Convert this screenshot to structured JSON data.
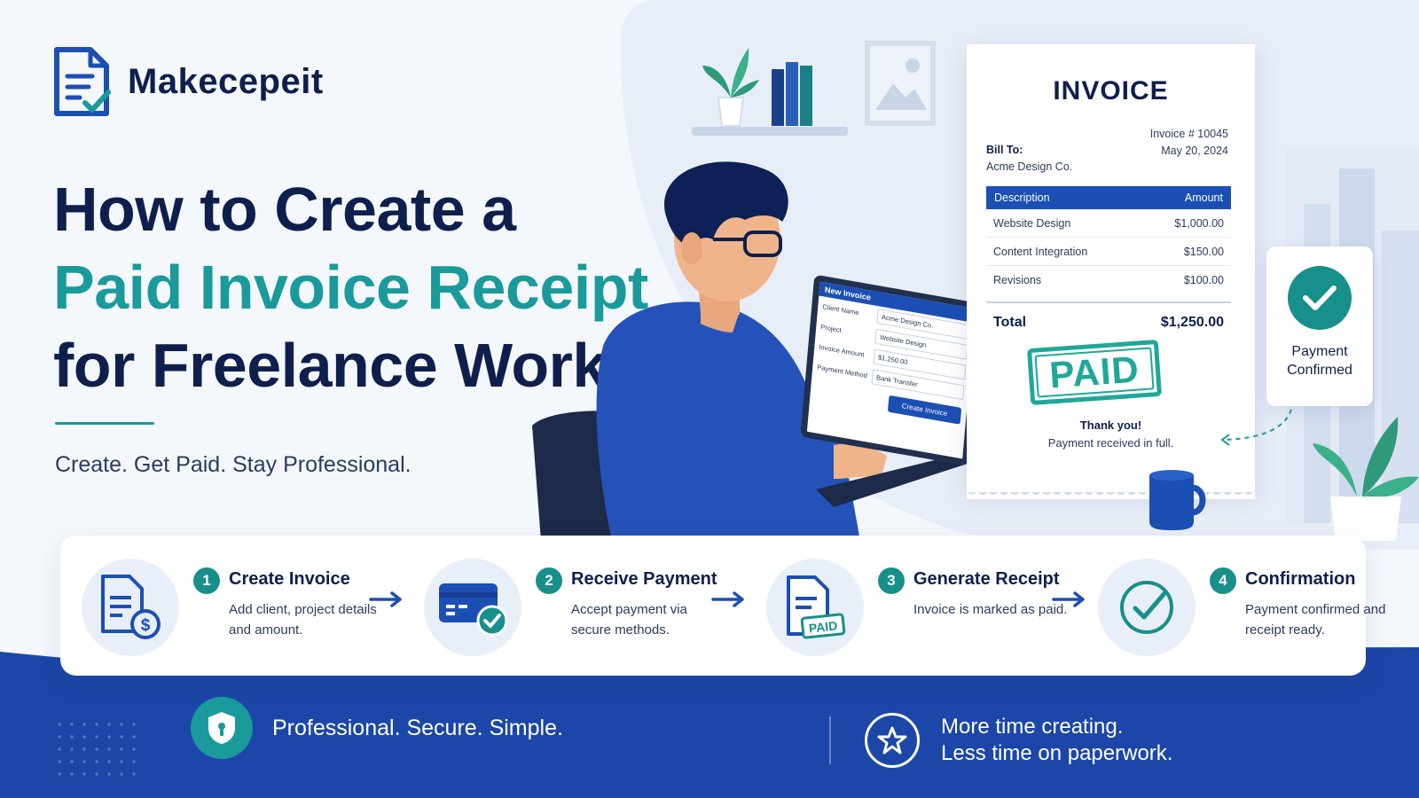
{
  "brand": {
    "name": "Makecepeit",
    "logo_icon": "document-check-icon"
  },
  "headline": {
    "line1": "How to Create a",
    "line2": "Paid Invoice Receipt",
    "line3": "for Freelance Work"
  },
  "tagline": "Create. Get Paid. Stay Professional.",
  "laptop_form": {
    "header": "New Invoice",
    "fields": [
      {
        "label": "Client Name",
        "value": "Acme Design Co."
      },
      {
        "label": "Project",
        "value": "Website Design"
      },
      {
        "label": "Invoice Amount",
        "value": "$1,250.00"
      },
      {
        "label": "Payment Method",
        "value": "Bank Transfer"
      }
    ],
    "button": "Create Invoice"
  },
  "invoice": {
    "title": "INVOICE",
    "number": "Invoice # 10045",
    "date": "May 20, 2024",
    "bill_to_label": "Bill To:",
    "bill_to": "Acme Design Co.",
    "columns": [
      "Description",
      "Amount"
    ],
    "rows": [
      {
        "description": "Website Design",
        "amount": "$1,000.00"
      },
      {
        "description": "Content Integration",
        "amount": "$150.00"
      },
      {
        "description": "Revisions",
        "amount": "$100.00"
      }
    ],
    "total_label": "Total",
    "total": "$1,250.00",
    "stamp": "PAID",
    "thanks": "Thank you!",
    "thanks_note": "Payment received in full."
  },
  "payment_card": {
    "line1": "Payment",
    "line2": "Confirmed",
    "icon": "check-circle-icon"
  },
  "steps": [
    {
      "num": "1",
      "title": "Create Invoice",
      "desc": "Add client, project details and amount.",
      "icon": "invoice-dollar-icon"
    },
    {
      "num": "2",
      "title": "Receive Payment",
      "desc": "Accept payment via secure methods.",
      "icon": "credit-card-check-icon"
    },
    {
      "num": "3",
      "title": "Generate Receipt",
      "desc": "Invoice is marked as paid.",
      "icon": "paid-document-icon",
      "icon_text": "PAID"
    },
    {
      "num": "4",
      "title": "Confirmation",
      "desc": "Payment confirmed and receipt ready.",
      "icon": "check-circle-icon"
    }
  ],
  "footer": {
    "left": "Professional. Secure. Simple.",
    "right_line1": "More time creating.",
    "right_line2": "Less time on paperwork."
  },
  "colors": {
    "navy": "#0f1f4d",
    "teal": "#1a9a9a",
    "blue": "#1c4fb4",
    "band": "#1c47a8"
  }
}
